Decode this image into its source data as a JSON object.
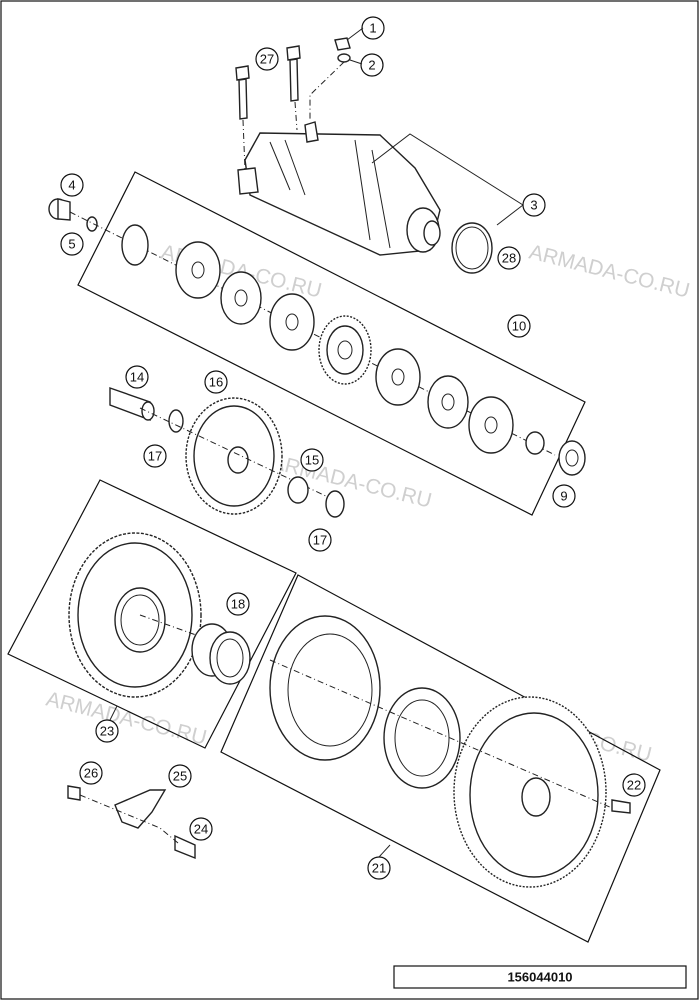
{
  "document_number": "156044010",
  "watermark_text": "ARMADA-CO.RU",
  "callouts": [
    "1",
    "2",
    "3",
    "4",
    "5",
    "9",
    "10",
    "14",
    "15",
    "16",
    "17",
    "17",
    "18",
    "21",
    "22",
    "23",
    "24",
    "25",
    "26",
    "27",
    "28"
  ]
}
